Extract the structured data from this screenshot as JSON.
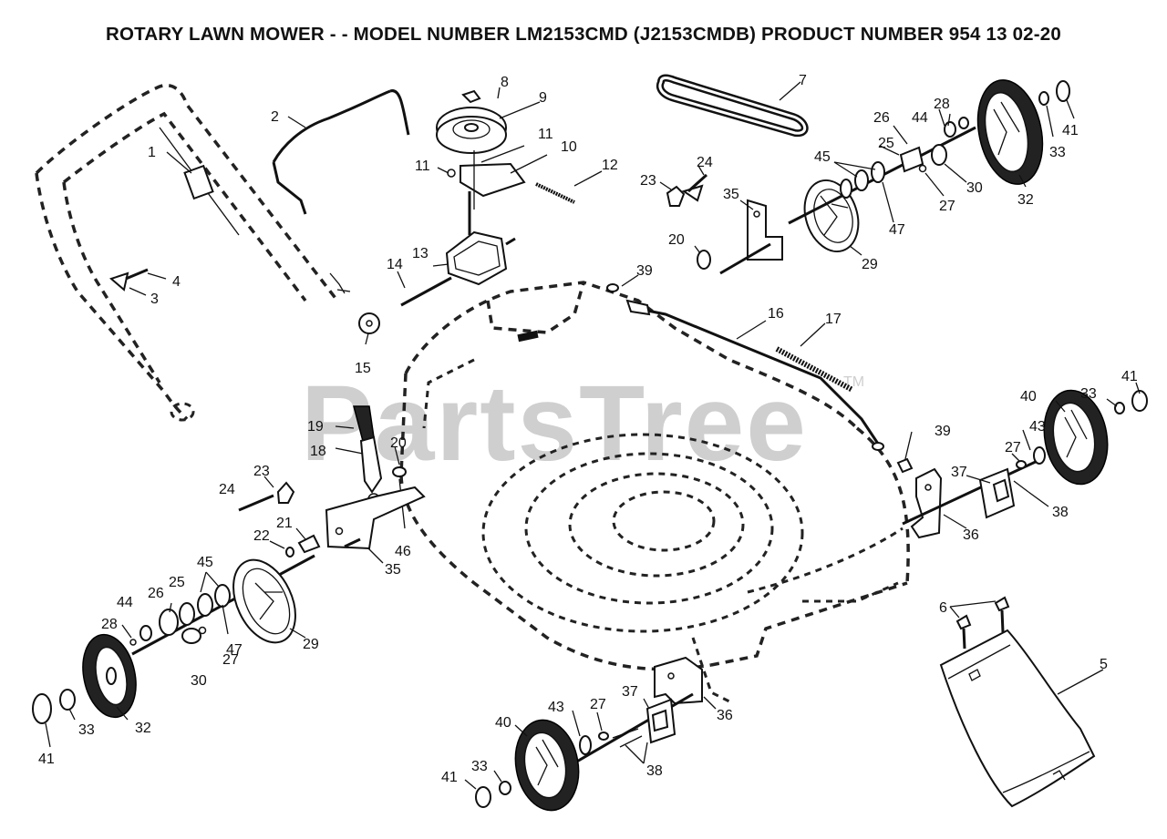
{
  "header": {
    "title": "ROTARY LAWN MOWER - - MODEL NUMBER LM2153CMD (J2153CMDB) PRODUCT NUMBER 954 13 02-20"
  },
  "watermark": {
    "text": "PartsTree",
    "trademark": "TM"
  },
  "callouts": [
    {
      "label": "1"
    },
    {
      "label": "2"
    },
    {
      "label": "3"
    },
    {
      "label": "4"
    },
    {
      "label": "5"
    },
    {
      "label": "6"
    },
    {
      "label": "7"
    },
    {
      "label": "8"
    },
    {
      "label": "9"
    },
    {
      "label": "10"
    },
    {
      "label": "11"
    },
    {
      "label": "11"
    },
    {
      "label": "12"
    },
    {
      "label": "13"
    },
    {
      "label": "14"
    },
    {
      "label": "15"
    },
    {
      "label": "16"
    },
    {
      "label": "17"
    },
    {
      "label": "18"
    },
    {
      "label": "19"
    },
    {
      "label": "20"
    },
    {
      "label": "20"
    },
    {
      "label": "21"
    },
    {
      "label": "22"
    },
    {
      "label": "23"
    },
    {
      "label": "23"
    },
    {
      "label": "24"
    },
    {
      "label": "24"
    },
    {
      "label": "25"
    },
    {
      "label": "25"
    },
    {
      "label": "26"
    },
    {
      "label": "26"
    },
    {
      "label": "27"
    },
    {
      "label": "27"
    },
    {
      "label": "27"
    },
    {
      "label": "27"
    },
    {
      "label": "28"
    },
    {
      "label": "28"
    },
    {
      "label": "29"
    },
    {
      "label": "29"
    },
    {
      "label": "30"
    },
    {
      "label": "30"
    },
    {
      "label": "32"
    },
    {
      "label": "32"
    },
    {
      "label": "33"
    },
    {
      "label": "33"
    },
    {
      "label": "33"
    },
    {
      "label": "33"
    },
    {
      "label": "35"
    },
    {
      "label": "35"
    },
    {
      "label": "36"
    },
    {
      "label": "36"
    },
    {
      "label": "37"
    },
    {
      "label": "37"
    },
    {
      "label": "38"
    },
    {
      "label": "38"
    },
    {
      "label": "39"
    },
    {
      "label": "39"
    },
    {
      "label": "40"
    },
    {
      "label": "40"
    },
    {
      "label": "41"
    },
    {
      "label": "41"
    },
    {
      "label": "41"
    },
    {
      "label": "41"
    },
    {
      "label": "43"
    },
    {
      "label": "43"
    },
    {
      "label": "44"
    },
    {
      "label": "44"
    },
    {
      "label": "45"
    },
    {
      "label": "45"
    },
    {
      "label": "46"
    },
    {
      "label": "47"
    },
    {
      "label": "47"
    }
  ]
}
